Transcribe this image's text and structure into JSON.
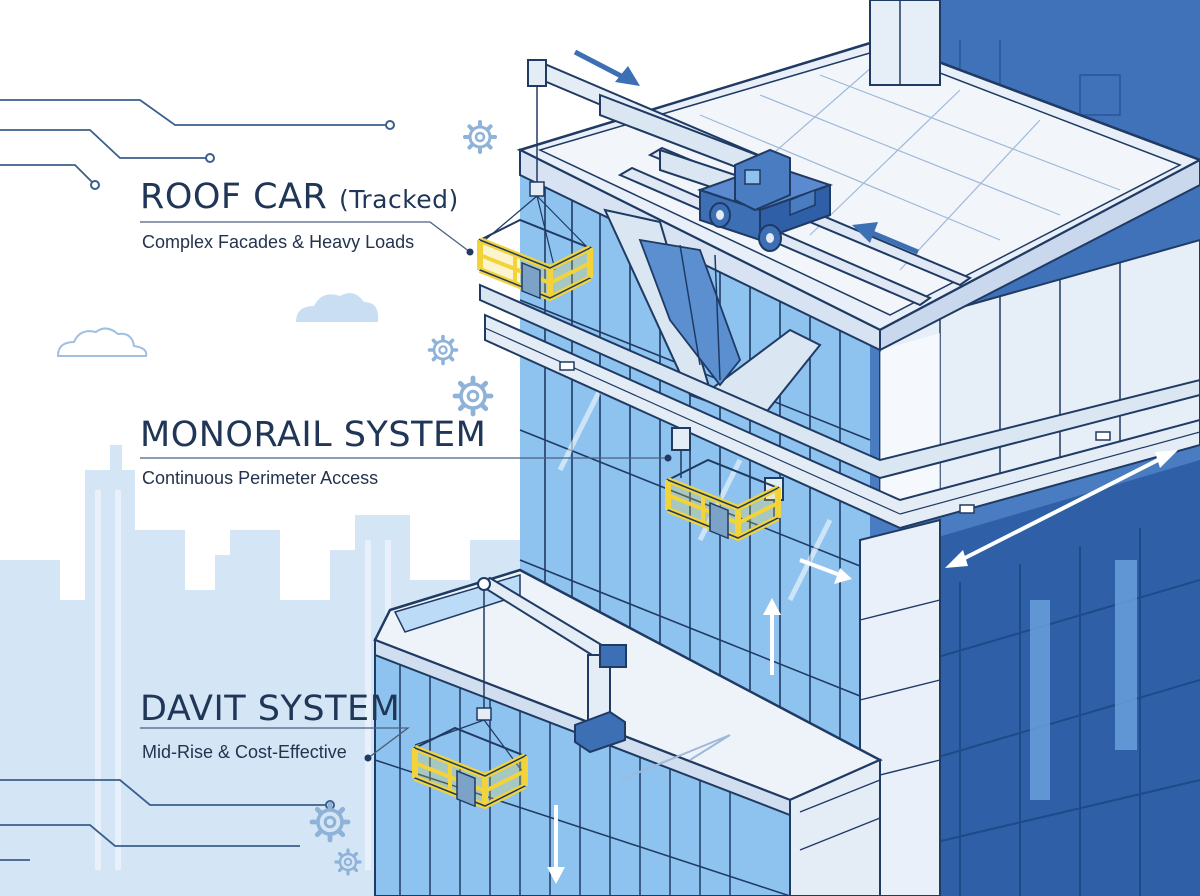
{
  "labels": {
    "roof_car": {
      "title": "ROOF CAR",
      "qualifier": "(Tracked)",
      "subtitle": "Complex Facades & Heavy Loads"
    },
    "monorail": {
      "title": "MONORAIL SYSTEM",
      "subtitle": "Continuous Perimeter Access"
    },
    "davit": {
      "title": "DAVIT SYSTEM",
      "subtitle": "Mid-Rise & Cost-Effective"
    }
  },
  "colors": {
    "outline": "#1f3a63",
    "glass": "#8ec3ef",
    "glass_dark": "#3a6fb3",
    "facade_dark": "#2f5fa6",
    "concrete": "#e4ecf6",
    "cradle": "#f2d43a",
    "vehicle": "#3d6fb5",
    "skyline": "#cfe2f6",
    "circuit": "#3a5f8c"
  },
  "icons": [
    "gear-icon",
    "cloud-icon",
    "direction-arrow-icon"
  ]
}
